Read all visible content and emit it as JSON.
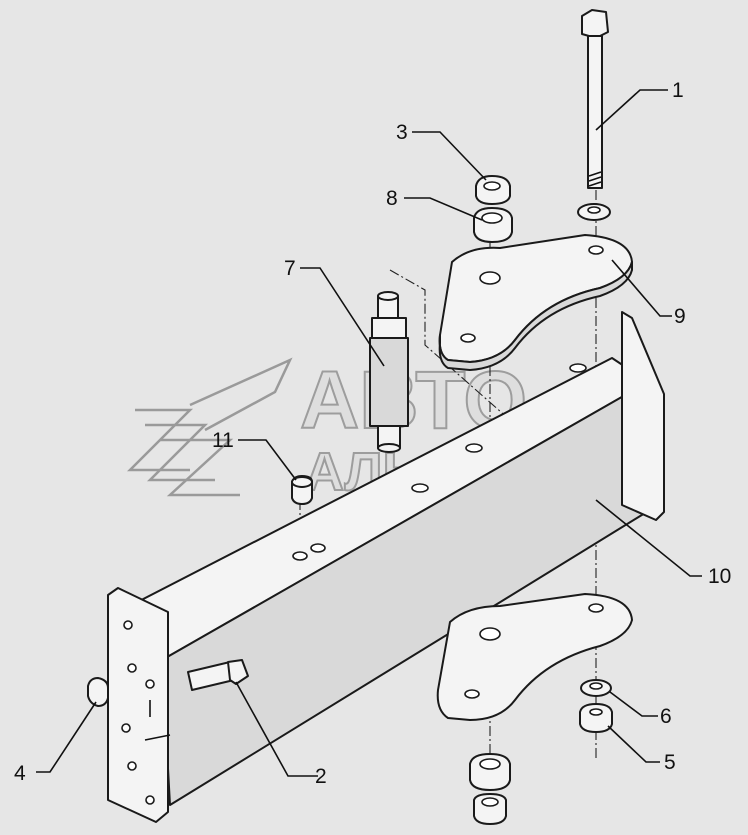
{
  "watermark": {
    "line1": "АВТО",
    "line2": "АЛЬЯНС"
  },
  "callouts": {
    "c1": "1",
    "c2": "2",
    "c3": "3",
    "c4": "4",
    "c5": "5",
    "c6": "6",
    "c7": "7",
    "c8": "8",
    "c9": "9",
    "c10": "10",
    "c11": "11"
  },
  "colors": {
    "background": "#e6e6e6",
    "line": "#1a1a1a",
    "part_fill": "#f4f4f4"
  }
}
